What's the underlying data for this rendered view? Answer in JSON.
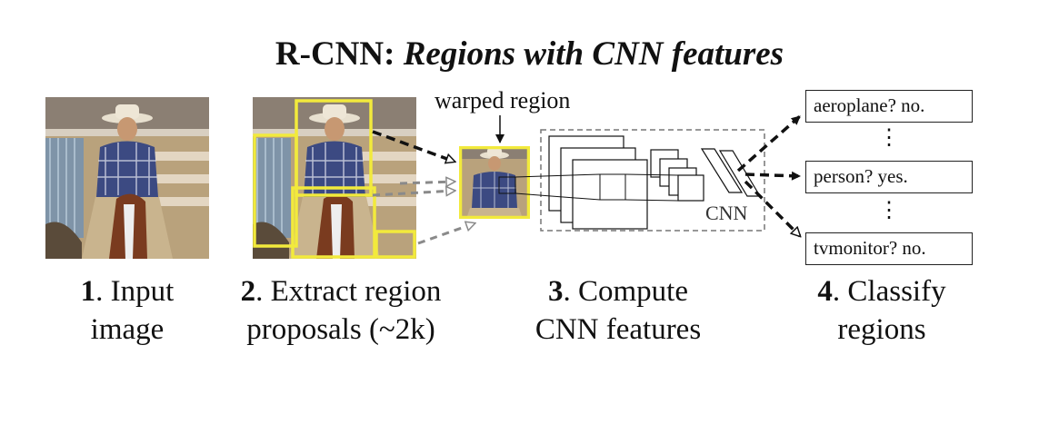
{
  "title": {
    "bold": "R-CNN:",
    "italic": "Regions with CNN features"
  },
  "labels": {
    "warped_region": "warped region",
    "cnn": "CNN"
  },
  "steps": [
    {
      "num": "1",
      "line1": ". Input",
      "line2": "image"
    },
    {
      "num": "2",
      "line1": ". Extract region",
      "line2": "proposals (~2k)"
    },
    {
      "num": "3",
      "line1": ". Compute",
      "line2": "CNN features"
    },
    {
      "num": "4",
      "line1": ". Classify",
      "line2": "regions"
    }
  ],
  "classes": [
    {
      "text": "aeroplane? no."
    },
    {
      "text": "person? yes."
    },
    {
      "text": "tvmonitor? no."
    }
  ],
  "dots": {
    "a": "⋮",
    "b": "⋮"
  },
  "colors": {
    "proposal_box": "#f2ea3c",
    "arrow_dark": "#111111",
    "arrow_gray": "#8a8a8a"
  }
}
